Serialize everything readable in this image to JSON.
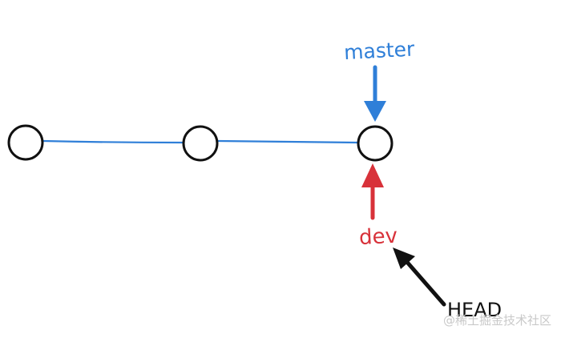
{
  "diagram": {
    "labels": {
      "master": "master",
      "dev": "dev",
      "head": "HEAD"
    },
    "colors": {
      "line": "#2f7fd8",
      "master": "#2f7fd8",
      "dev": "#d8323a",
      "head": "#111111",
      "node_stroke": "#111111"
    }
  },
  "watermark": "@稀土掘金技术社区"
}
